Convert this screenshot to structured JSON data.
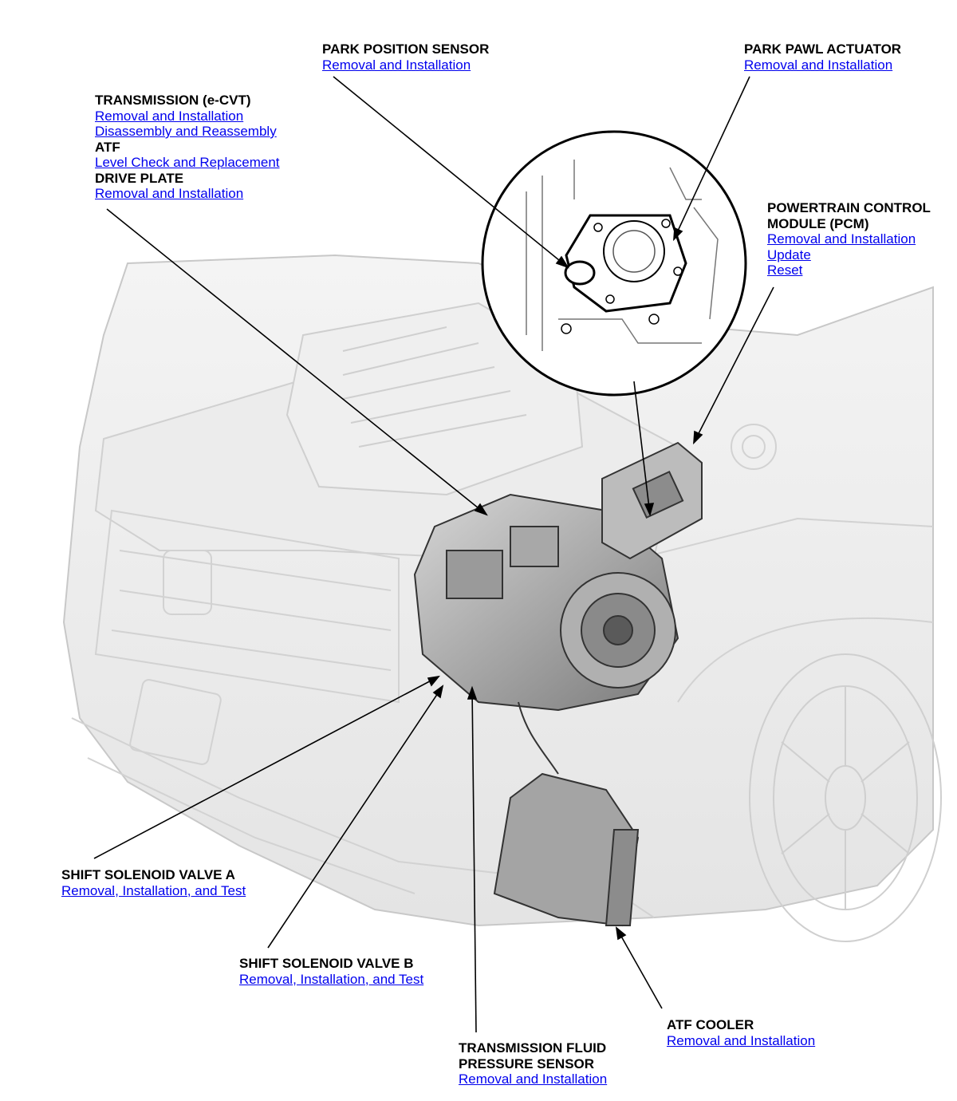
{
  "callouts": {
    "park_position_sensor": {
      "title": "PARK POSITION SENSOR",
      "links": [
        "Removal and Installation"
      ]
    },
    "park_pawl_actuator": {
      "title": "PARK PAWL ACTUATOR",
      "links": [
        "Removal and Installation"
      ]
    },
    "transmission": {
      "title": "TRANSMISSION (e-CVT)",
      "links": [
        "Removal and Installation",
        "Disassembly and Reassembly"
      ],
      "atf_title": "ATF",
      "atf_links": [
        "Level Check and Replacement"
      ],
      "drive_plate_title": "DRIVE PLATE",
      "drive_plate_links": [
        "Removal and Installation"
      ]
    },
    "pcm": {
      "title_line1": "POWERTRAIN CONTROL",
      "title_line2": "MODULE (PCM)",
      "links": [
        "Removal and Installation",
        "Update",
        "Reset"
      ]
    },
    "shift_solenoid_a": {
      "title": "SHIFT SOLENOID VALVE A",
      "links": [
        "Removal, Installation, and Test"
      ]
    },
    "shift_solenoid_b": {
      "title": "SHIFT SOLENOID VALVE B",
      "links": [
        "Removal, Installation, and Test"
      ]
    },
    "atf_cooler": {
      "title": "ATF COOLER",
      "links": [
        "Removal and Installation"
      ]
    },
    "tfp_sensor": {
      "title_line1": "TRANSMISSION FLUID",
      "title_line2": "PRESSURE SENSOR",
      "links": [
        "Removal and Installation"
      ]
    }
  },
  "colors": {
    "link": "#0000ee",
    "text": "#000000",
    "vehicle_outline": "#c8c8c8",
    "component_shade": "#8a8a8a"
  }
}
